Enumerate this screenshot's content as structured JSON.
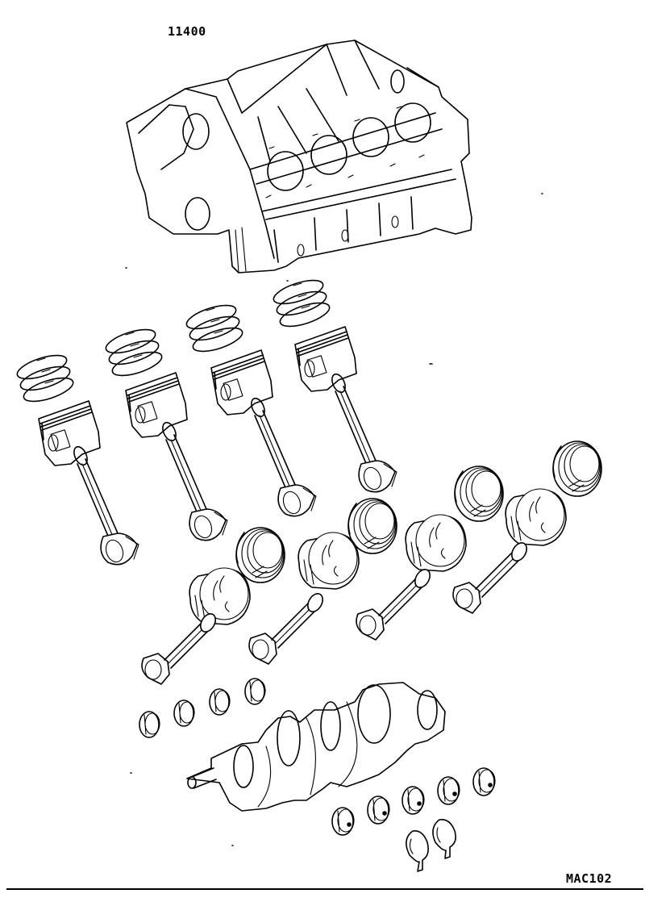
{
  "diagram": {
    "title_part_number": "11400",
    "figure_code": "MAC102",
    "type": "exploded parts diagram",
    "colors": {
      "line": "#000000",
      "background": "#ffffff"
    },
    "components": [
      {
        "name": "cylinder-block",
        "count": 1
      },
      {
        "name": "piston-ring-set-left-bank",
        "count": 4
      },
      {
        "name": "piston-left-bank",
        "count": 4
      },
      {
        "name": "connecting-rod-left-bank",
        "count": 4
      },
      {
        "name": "piston-ring-set-right-bank",
        "count": 4
      },
      {
        "name": "piston-right-bank",
        "count": 4
      },
      {
        "name": "connecting-rod-right-bank",
        "count": 4
      },
      {
        "name": "connecting-rod-bearing",
        "count": 4
      },
      {
        "name": "crankshaft",
        "count": 1
      },
      {
        "name": "crankshaft-main-bearing",
        "count": 5
      },
      {
        "name": "thrust-washer",
        "count": 2
      }
    ]
  }
}
